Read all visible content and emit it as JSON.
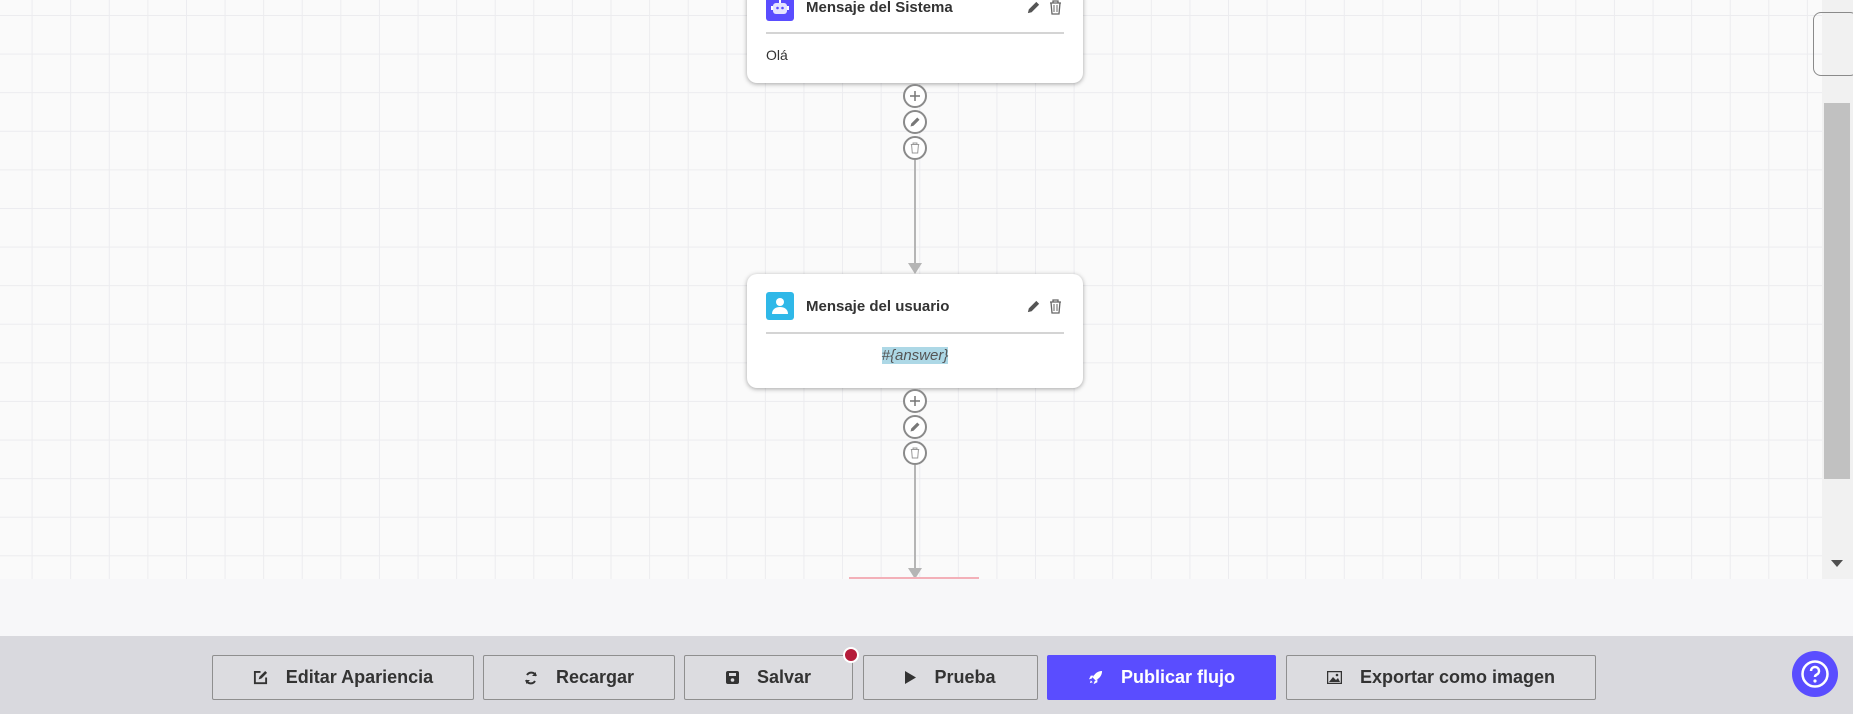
{
  "nodes": [
    {
      "title": "Mensaje del Sistema",
      "icon": "robot-icon",
      "icon_color": "#5a4dff",
      "body": "Olá"
    },
    {
      "title": "Mensaje del usuario",
      "icon": "user-icon",
      "icon_color": "#2fb8e8",
      "body": "#{answer}"
    }
  ],
  "toolbar": {
    "edit_appearance": "Editar Apariencia",
    "reload": "Recargar",
    "save": "Salvar",
    "test": "Prueba",
    "publish": "Publicar flujo",
    "export": "Exportar como imagen"
  },
  "colors": {
    "accent": "#5a4dff",
    "unsaved_dot": "#b51c3a",
    "highlight": "#add8e6"
  }
}
